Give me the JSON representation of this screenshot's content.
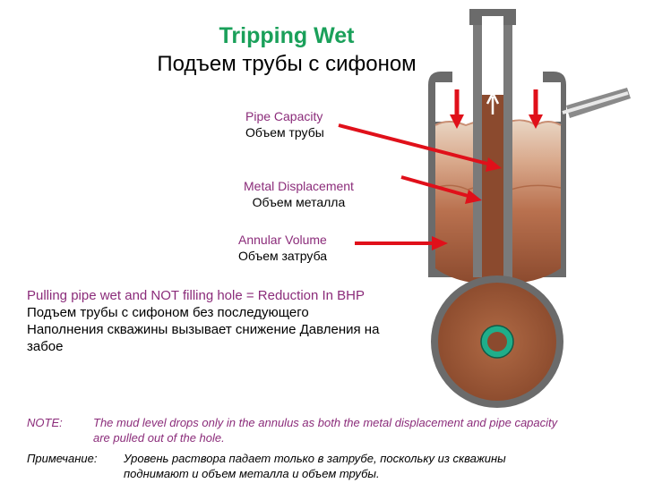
{
  "title": {
    "en": "Tripping Wet",
    "ru": "Подъем трубы с сифоном"
  },
  "labels": {
    "pipe_capacity": {
      "en": "Pipe Capacity",
      "ru": "Объем трубы"
    },
    "metal_displacement": {
      "en": "Metal Displacement",
      "ru": "Объем металла"
    },
    "annular_volume": {
      "en": "Annular Volume",
      "ru": "Объем затруба"
    }
  },
  "statement": {
    "en": "Pulling pipe wet and NOT filling hole = Reduction In BHP",
    "ru": "Подъем трубы с сифоном без последующего Наполнения скважины вызывает снижение Давления на забое"
  },
  "note": {
    "en_label": "NOTE:",
    "en_text": "The mud level drops only in the annulus as both the metal displacement and pipe capacity are pulled out of the hole.",
    "ru_label": "Примечание:",
    "ru_text": "Уровень раствора падает только в затрубе, поскольку из скважины поднимают и объем металла и объем трубы."
  },
  "colors": {
    "title_green": "#1aa05a",
    "english_text": "#8b2c7a",
    "arrow_red": "#e0101a",
    "mud_brown": "#8b4a2e",
    "casing_gray": "#6b6b6b",
    "pipe_ring_green": "#1fae8a"
  }
}
